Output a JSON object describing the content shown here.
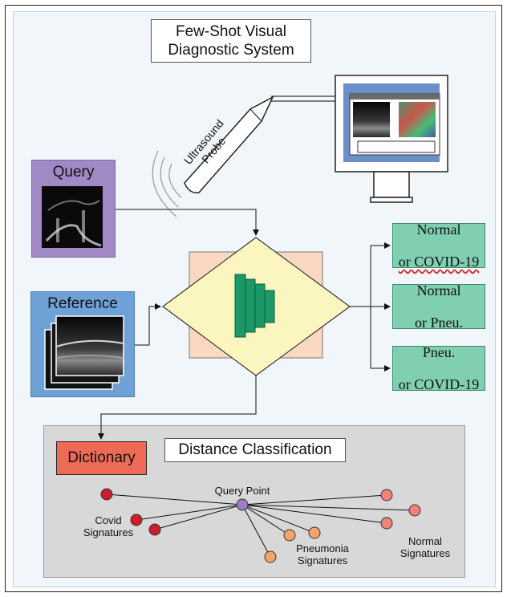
{
  "title": "Few-Shot Visual\nDiagnostic System",
  "probe_label": "Ultrasound\nProbe",
  "query_label": "Query",
  "reference_label": "Reference",
  "outputs": [
    {
      "line1": "Normal",
      "line2": "or COVID-19"
    },
    {
      "line1": "Normal",
      "line2": "or Pneu."
    },
    {
      "line1": "Pneu.",
      "line2": "or COVID-19"
    }
  ],
  "dictionary_label": "Dictionary",
  "distance_label": "Distance Classification",
  "query_point_label": "Query Point",
  "covid_label": "Covid\nSignatures",
  "pneumonia_label": "Pneumonia\nSignatures",
  "normal_label": "Normal\nSignatures",
  "colors": {
    "query_box": "#a189c6",
    "reference_box": "#6ea1d6",
    "network_diamond": "#fbf5bf",
    "network_square": "#fbd9c0",
    "network_layers": "#1a9966",
    "outputs": "#7fcfb0",
    "dictionary": "#ee6a56",
    "query_point": "#9d7cc2",
    "covid": "#cc1f2b",
    "pneumonia": "#f4a466",
    "normal": "#f18279"
  }
}
